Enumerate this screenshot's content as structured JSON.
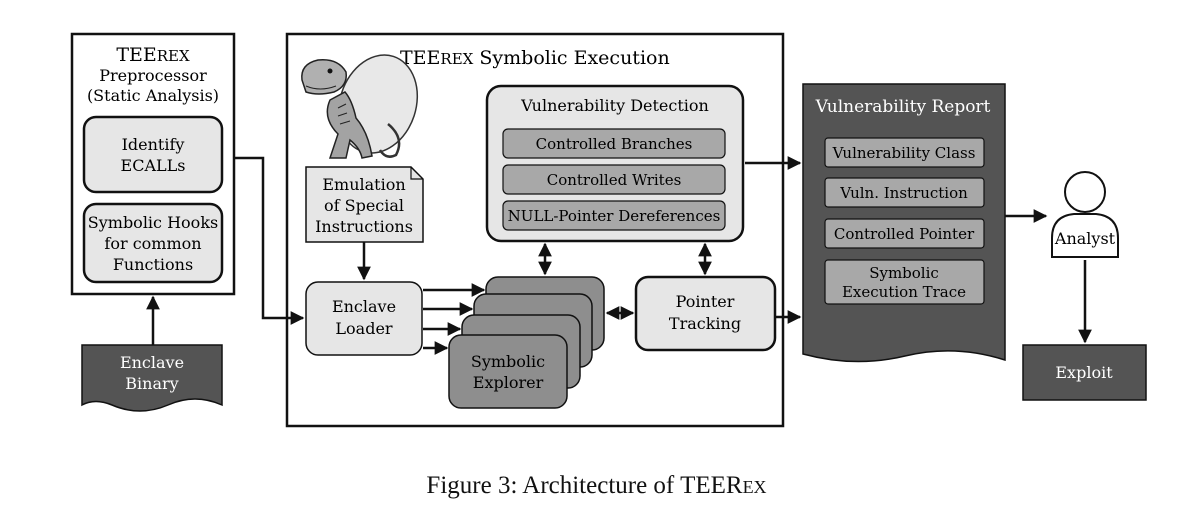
{
  "preprocessor": {
    "title_tee": "TEE",
    "title_rex": "Rex",
    "line2": "Preprocessor",
    "line3": "(Static Analysis)",
    "identify_line1": "Identify",
    "identify_line2": "ECALLs",
    "hooks_line1": "Symbolic Hooks",
    "hooks_line2": "for common",
    "hooks_line3": "Functions"
  },
  "binary": {
    "line1": "Enclave",
    "line2": "Binary"
  },
  "symexec": {
    "title_tee": "TEE",
    "title_rex": "Rex",
    "title_rest": " Symbolic Execution",
    "emulation_line1": "Emulation",
    "emulation_line2": "of Special",
    "emulation_line3": "Instructions",
    "loader_line1": "Enclave",
    "loader_line2": "Loader",
    "explorer_line1": "Symbolic",
    "explorer_line2": "Explorer",
    "pointer_line1": "Pointer",
    "pointer_line2": "Tracking"
  },
  "vuln_detection": {
    "title": "Vulnerability Detection",
    "items": [
      "Controlled Branches",
      "Controlled Writes",
      "NULL-Pointer Dereferences"
    ]
  },
  "report": {
    "title": "Vulnerability Report",
    "items": [
      "Vulnerability Class",
      "Vuln. Instruction",
      "Controlled Pointer"
    ],
    "trace_line1": "Symbolic",
    "trace_line2": "Execution Trace"
  },
  "analyst": {
    "label": "Analyst"
  },
  "exploit": {
    "label": "Exploit"
  },
  "caption": {
    "prefix": "Figure 3: Architecture of ",
    "tee": "TEE",
    "rex": "Rex"
  },
  "colors": {
    "light_box": "#e6e6e6",
    "mid_box": "#a8a8a8",
    "dark_box": "#545454",
    "explorer": "#8e8e8e"
  },
  "icons": {
    "mascot": "dinosaur-mascot-icon",
    "person": "person-icon"
  }
}
